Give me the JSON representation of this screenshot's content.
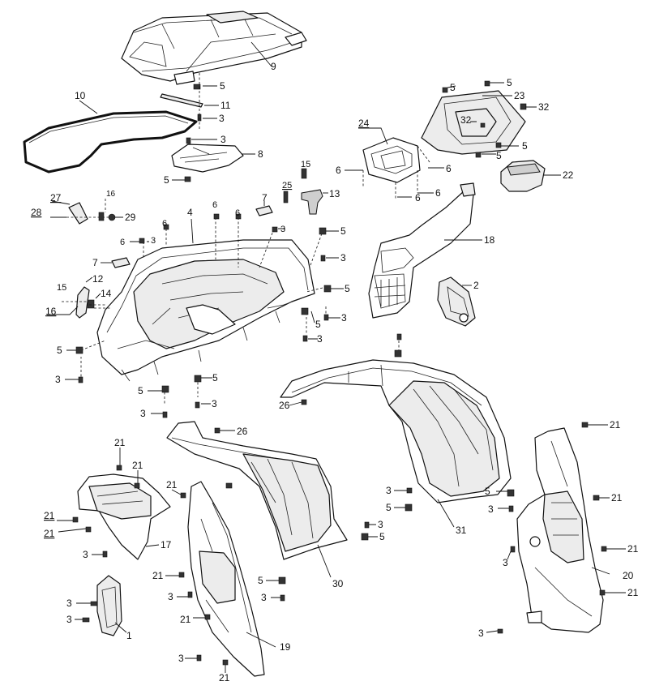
{
  "diagram": {
    "callouts": [
      {
        "id": "c9",
        "text": "9"
      },
      {
        "id": "c5a",
        "text": "5"
      },
      {
        "id": "c11",
        "text": "11"
      },
      {
        "id": "c3a",
        "text": "3"
      },
      {
        "id": "c10",
        "text": "10"
      },
      {
        "id": "c3b",
        "text": "3"
      },
      {
        "id": "c8",
        "text": "8"
      },
      {
        "id": "c5b",
        "text": "5"
      },
      {
        "id": "c24",
        "text": "24"
      },
      {
        "id": "c6a",
        "text": "6"
      },
      {
        "id": "c6b",
        "text": "6"
      },
      {
        "id": "c6c",
        "text": "6"
      },
      {
        "id": "c6d",
        "text": "6"
      },
      {
        "id": "c5c",
        "text": "5"
      },
      {
        "id": "c5d",
        "text": "5"
      },
      {
        "id": "c23",
        "text": "23"
      },
      {
        "id": "c32a",
        "text": "32"
      },
      {
        "id": "c32b",
        "text": "32"
      },
      {
        "id": "c5e",
        "text": "5"
      },
      {
        "id": "c5f",
        "text": "5"
      },
      {
        "id": "c22",
        "text": "22"
      },
      {
        "id": "c27",
        "text": "27"
      },
      {
        "id": "c16a",
        "text": "16"
      },
      {
        "id": "c28",
        "text": "28"
      },
      {
        "id": "c29",
        "text": "29"
      },
      {
        "id": "c15a",
        "text": "15"
      },
      {
        "id": "c25",
        "text": "25"
      },
      {
        "id": "c13",
        "text": "13"
      },
      {
        "id": "c7a",
        "text": "7"
      },
      {
        "id": "c6e",
        "text": "6"
      },
      {
        "id": "c4",
        "text": "4"
      },
      {
        "id": "c6f",
        "text": "6"
      },
      {
        "id": "c6g",
        "text": "6"
      },
      {
        "id": "c6h",
        "text": "6"
      },
      {
        "id": "c3c",
        "text": "3"
      },
      {
        "id": "c3d",
        "text": "3"
      },
      {
        "id": "c5g",
        "text": "5"
      },
      {
        "id": "c3e",
        "text": "3"
      },
      {
        "id": "c18",
        "text": "18"
      },
      {
        "id": "c7b",
        "text": "7"
      },
      {
        "id": "c15b",
        "text": "15"
      },
      {
        "id": "c12",
        "text": "12"
      },
      {
        "id": "c14",
        "text": "14"
      },
      {
        "id": "c16b",
        "text": "16"
      },
      {
        "id": "c2",
        "text": "2"
      },
      {
        "id": "c5h",
        "text": "5"
      },
      {
        "id": "c5i",
        "text": "5"
      },
      {
        "id": "c3f",
        "text": "3"
      },
      {
        "id": "c3g",
        "text": "3"
      },
      {
        "id": "c5j",
        "text": "5"
      },
      {
        "id": "c3h",
        "text": "3"
      },
      {
        "id": "c5k",
        "text": "5"
      },
      {
        "id": "c3i",
        "text": "3"
      },
      {
        "id": "c3j",
        "text": "3"
      },
      {
        "id": "c5l",
        "text": "5"
      },
      {
        "id": "c3k",
        "text": "3"
      },
      {
        "id": "c26a",
        "text": "26"
      },
      {
        "id": "c26b",
        "text": "26"
      },
      {
        "id": "c21a",
        "text": "21"
      },
      {
        "id": "c21b",
        "text": "21"
      },
      {
        "id": "c21c",
        "text": "21"
      },
      {
        "id": "c21d",
        "text": "21"
      },
      {
        "id": "c21e",
        "text": "21"
      },
      {
        "id": "c17",
        "text": "17"
      },
      {
        "id": "c3l",
        "text": "3"
      },
      {
        "id": "c21f",
        "text": "21"
      },
      {
        "id": "c3m",
        "text": "3"
      },
      {
        "id": "c21g",
        "text": "21"
      },
      {
        "id": "c3n",
        "text": "3"
      },
      {
        "id": "c21h",
        "text": "21"
      },
      {
        "id": "c19",
        "text": "19"
      },
      {
        "id": "c3o",
        "text": "3"
      },
      {
        "id": "c3p",
        "text": "3"
      },
      {
        "id": "c1",
        "text": "1"
      },
      {
        "id": "c5m",
        "text": "5"
      },
      {
        "id": "c3q",
        "text": "3"
      },
      {
        "id": "c30",
        "text": "30"
      },
      {
        "id": "c3r",
        "text": "3"
      },
      {
        "id": "c5n",
        "text": "5"
      },
      {
        "id": "c3s",
        "text": "3"
      },
      {
        "id": "c5o",
        "text": "5"
      },
      {
        "id": "c31",
        "text": "31"
      },
      {
        "id": "c3t",
        "text": "3"
      },
      {
        "id": "c5p",
        "text": "5"
      },
      {
        "id": "c3u",
        "text": "3"
      },
      {
        "id": "c21i",
        "text": "21"
      },
      {
        "id": "c21j",
        "text": "21"
      },
      {
        "id": "c21k",
        "text": "21"
      },
      {
        "id": "c21l",
        "text": "21"
      },
      {
        "id": "c20",
        "text": "20"
      },
      {
        "id": "c3v",
        "text": "3"
      },
      {
        "id": "c3w",
        "text": "3"
      }
    ]
  }
}
